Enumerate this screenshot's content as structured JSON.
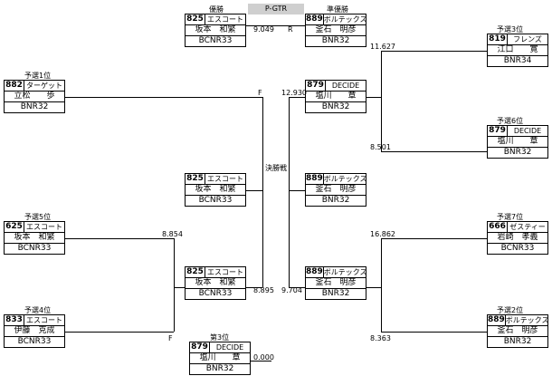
{
  "header": {
    "series": "P-GTR",
    "winner_label": "優勝",
    "runner_up_label": "準優勝",
    "final_label": "決勝戦"
  },
  "boxes": {
    "winner": {
      "num": "825",
      "team": "エスコート",
      "driver": "坂本　和繁",
      "car": "BCNR33"
    },
    "runner_up": {
      "num": "889",
      "team": "ボルテックス",
      "driver": "釜石　明彦",
      "car": "BNR32"
    },
    "q3": {
      "label": "予選3位",
      "num": "819",
      "team": "フレンズ",
      "driver": "江口　　寛",
      "car": "BNR34"
    },
    "q1": {
      "label": "予選1位",
      "num": "882",
      "team": "ターゲット",
      "driver": "立松　　歩",
      "car": "BNR32"
    },
    "sf_right": {
      "num": "879",
      "team": "DECIDE",
      "driver": "塩川　　章",
      "car": "BNR32"
    },
    "q6": {
      "label": "予選6位",
      "num": "879",
      "team": "DECIDE",
      "driver": "塩川　　章",
      "car": "BNR32"
    },
    "final_left": {
      "num": "825",
      "team": "エスコート",
      "driver": "坂本　和繁",
      "car": "BCNR33"
    },
    "final_right": {
      "num": "889",
      "team": "ボルテックス",
      "driver": "釜石　明彦",
      "car": "BNR32"
    },
    "q5": {
      "label": "予選5位",
      "num": "625",
      "team": "エスコート",
      "driver": "坂本　和繁",
      "car": "BCNR33"
    },
    "q7": {
      "label": "予選7位",
      "num": "666",
      "team": "ゼスティー",
      "driver": "岩崎　孝義",
      "car": "BCNR33"
    },
    "sf_left": {
      "num": "825",
      "team": "エスコート",
      "driver": "坂本　和繁",
      "car": "BCNR33"
    },
    "sf_right2": {
      "num": "889",
      "team": "ボルテックス",
      "driver": "釜石　明彦",
      "car": "BNR32"
    },
    "q4": {
      "label": "予選4位",
      "num": "833",
      "team": "エスコート",
      "driver": "伊藤　克成",
      "car": "BCNR33"
    },
    "q2": {
      "label": "予選2位",
      "num": "889",
      "team": "ボルテックス",
      "driver": "釜石　明彦",
      "car": "BNR32"
    },
    "third": {
      "label": "第3位",
      "num": "879",
      "team": "DECIDE",
      "driver": "塩川　　章",
      "car": "BNR32"
    }
  },
  "times": {
    "final_left": "9.049",
    "t_11627": "11.627",
    "t_12930": "12.930",
    "t_8501": "8.501",
    "t_8854": "8.854",
    "t_8895": "8.895",
    "t_9704": "9.704",
    "t_16862": "16.862",
    "t_8363": "8.363",
    "t_third": "0.000"
  },
  "marks": {
    "r_top": "R",
    "f_q1": "F",
    "f_q4": "F"
  }
}
